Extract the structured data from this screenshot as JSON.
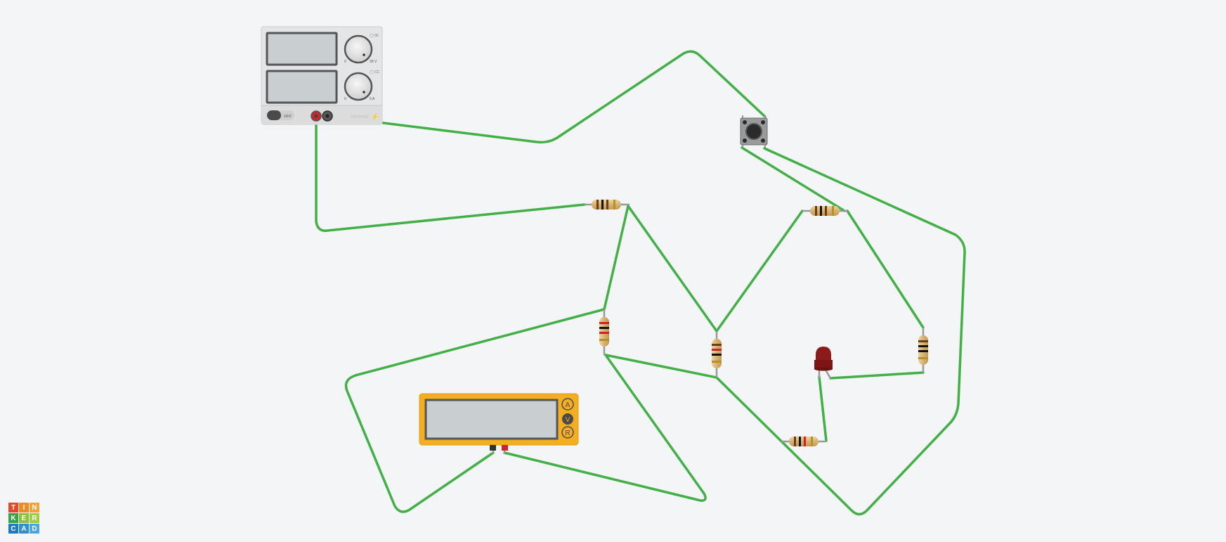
{
  "power_supply": {
    "dial1_label_top": "◯ 0C",
    "dial1_min": "0",
    "dial1_max": "30 V",
    "dial2_label_top": "◯ CC",
    "dial2_min": "0",
    "dial2_max": "5 A",
    "switch_label": "OFF",
    "brand": "ORANGE"
  },
  "multimeter": {
    "buttons": [
      "A",
      "V",
      "R"
    ]
  },
  "logo": {
    "letters": [
      "T",
      "I",
      "N",
      "K",
      "E",
      "R",
      "C",
      "A",
      "D"
    ],
    "colors": [
      "#e2472f",
      "#f08a24",
      "#f2a23b",
      "#37a34a",
      "#86c341",
      "#a0cc47",
      "#1f7bc1",
      "#2f8fd6",
      "#4aa7e2"
    ]
  },
  "colors": {
    "wire": "#43b047",
    "background": "#f3f5f7",
    "multimeter_body": "#f4ae21",
    "led": "#8e1b1b",
    "resistor_body": "#dcb97a"
  }
}
